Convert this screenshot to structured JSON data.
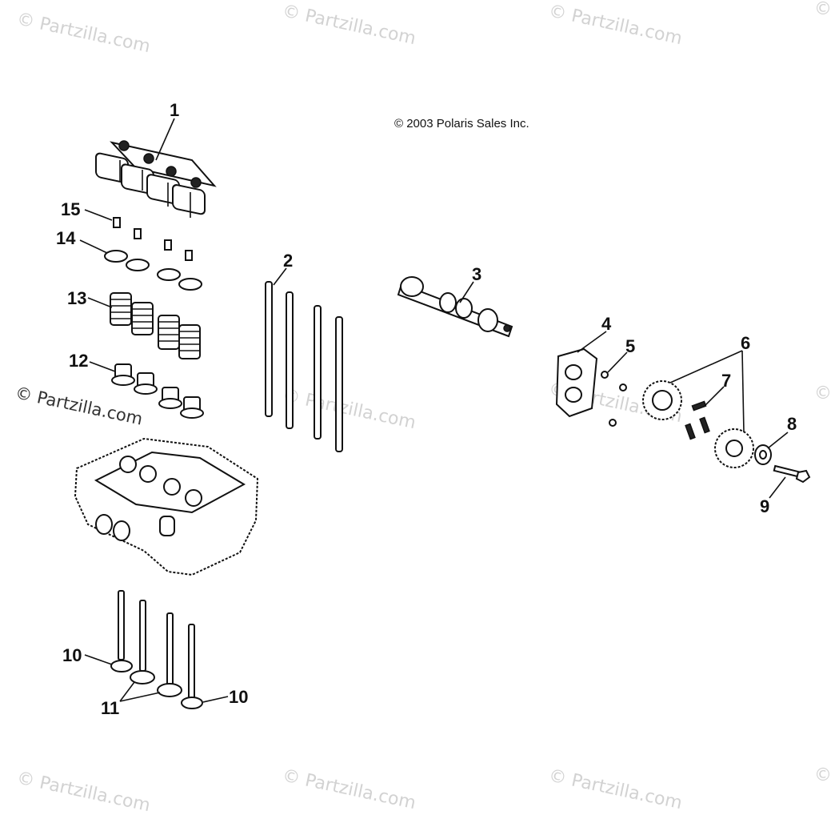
{
  "copyright": "© 2003 Polaris Sales Inc.",
  "watermark": "© Partzilla.com",
  "watermark_symbol": "©",
  "callouts": {
    "c1": "1",
    "c2": "2",
    "c3": "3",
    "c4": "4",
    "c5": "5",
    "c6": "6",
    "c7": "7",
    "c8": "8",
    "c9": "9",
    "c10a": "10",
    "c10b": "10",
    "c11": "11",
    "c12": "12",
    "c13": "13",
    "c14": "14",
    "c15": "15"
  },
  "colors": {
    "ink": "#111111",
    "watermark": "#d2d2d2"
  }
}
